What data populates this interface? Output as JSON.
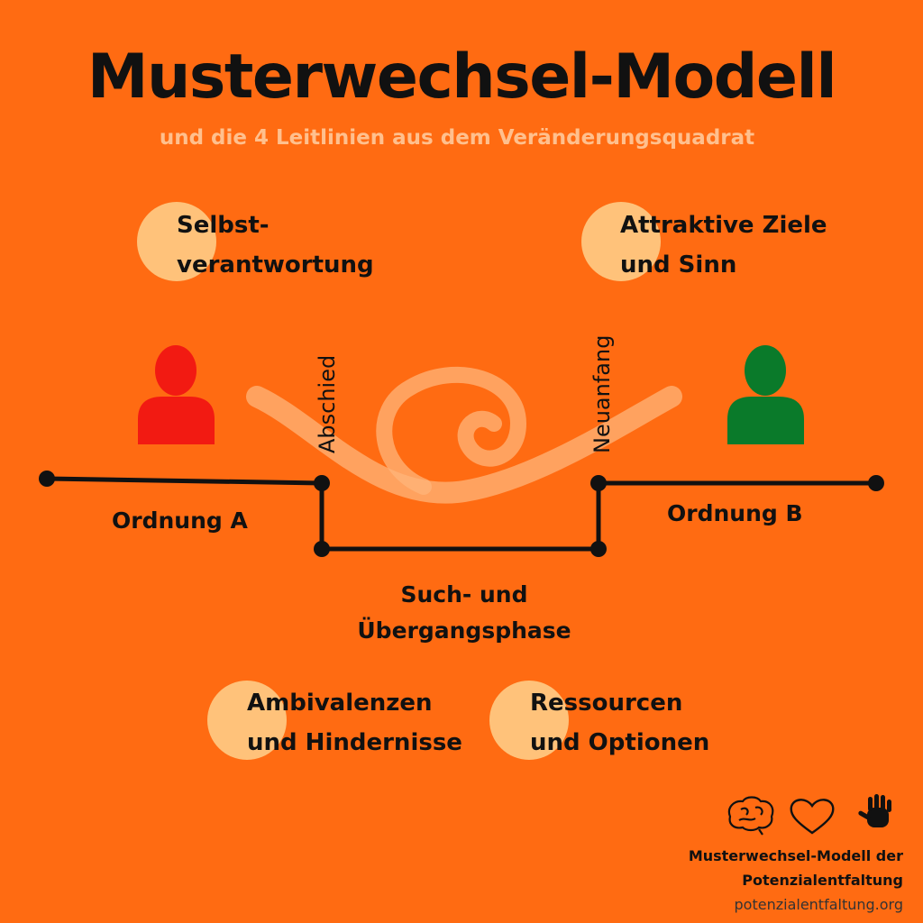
{
  "title": "Musterwechsel-Modell",
  "subtitle": "und die 4 Leitlinien aus dem Veränderungsquadrat",
  "guidelines": {
    "self": [
      "Selbst-",
      "verantwortung"
    ],
    "goals": [
      "Attraktive Ziele",
      "und Sinn"
    ],
    "ambivalence": [
      "Ambivalenzen",
      "und Hindernisse"
    ],
    "resources": [
      "Ressourcen",
      "und Optionen"
    ]
  },
  "phases": {
    "order_a": "Ordnung A",
    "order_b": "Ordnung B",
    "transition": [
      "Such- und",
      "Übergangsphase"
    ],
    "farewell": "Abschied",
    "new_beginning": "Neuanfang"
  },
  "colors": {
    "background": "#ff6b12",
    "accent_circle": "#ffc27a",
    "person_a": "#f21a12",
    "person_b": "#0a7a2a",
    "line": "#111111",
    "spiral": "#ffb47a"
  },
  "footer": {
    "line1": "Musterwechsel-Modell der",
    "line2": "Potenzialentfaltung",
    "url": "potenzialentfaltung.org",
    "icons": [
      "brain-icon",
      "heart-icon",
      "hand-icon"
    ]
  }
}
